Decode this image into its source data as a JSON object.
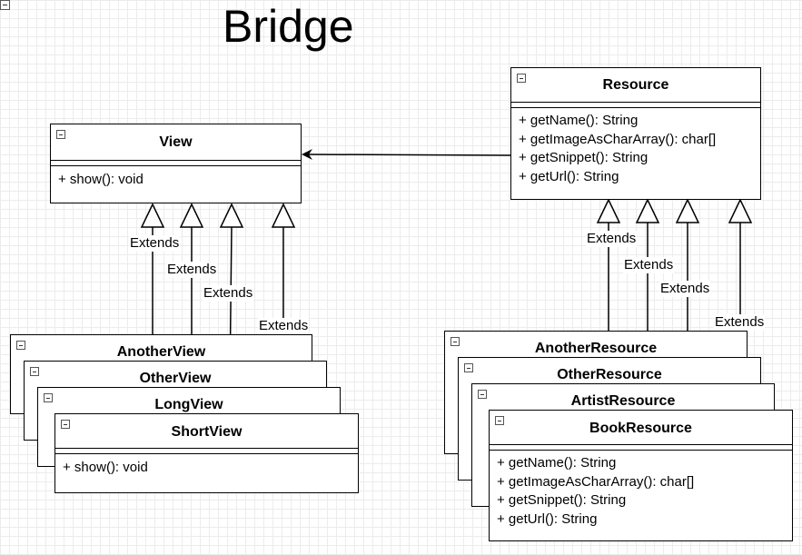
{
  "title": "Bridge",
  "view": {
    "name": "View",
    "ops": [
      "+ show(): void"
    ]
  },
  "resource": {
    "name": "Resource",
    "ops": [
      "+ getName(): String",
      "+ getImageAsCharArray(): char[]",
      "+ getSnippet(): String",
      "+ getUrl(): String"
    ]
  },
  "view_subclasses": [
    "AnotherView",
    "OtherView",
    "LongView",
    "ShortView"
  ],
  "short_view_ops": [
    "+ show(): void"
  ],
  "resource_subclasses": [
    "AnotherResource",
    "OtherResource",
    "ArtistResource",
    "BookResource"
  ],
  "book_resource_ops": [
    "+ getName(): String",
    "+ getImageAsCharArray(): char[]",
    "+ getSnippet(): String",
    "+ getUrl(): String"
  ],
  "extends_label": "Extends"
}
